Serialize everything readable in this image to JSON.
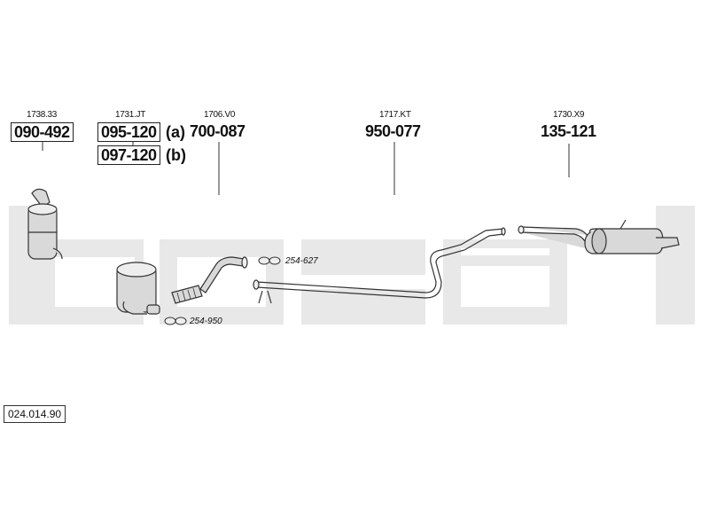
{
  "diagram": {
    "watermark": "bosal",
    "colors": {
      "watermark": "#e8e8e8",
      "line": "#333333",
      "part_fill": "#d9d9d9"
    },
    "parts": [
      {
        "ref": "1738.33",
        "numbers": [
          "090-492"
        ],
        "boxed": true
      },
      {
        "ref": "1731.JT",
        "numbers": [
          "095-120",
          "097-120"
        ],
        "suffixes": [
          "(a)",
          "(b)"
        ],
        "boxed": true
      },
      {
        "ref": "1706.V0",
        "numbers": [
          "700-087"
        ],
        "boxed": false
      },
      {
        "ref": "1717.KT",
        "numbers": [
          "950-077"
        ],
        "boxed": false
      },
      {
        "ref": "1730.X9",
        "numbers": [
          "135-121"
        ],
        "boxed": false
      }
    ],
    "clamps": [
      {
        "label": "254-627"
      },
      {
        "label": "254-950"
      }
    ],
    "code": "024.014.90"
  }
}
